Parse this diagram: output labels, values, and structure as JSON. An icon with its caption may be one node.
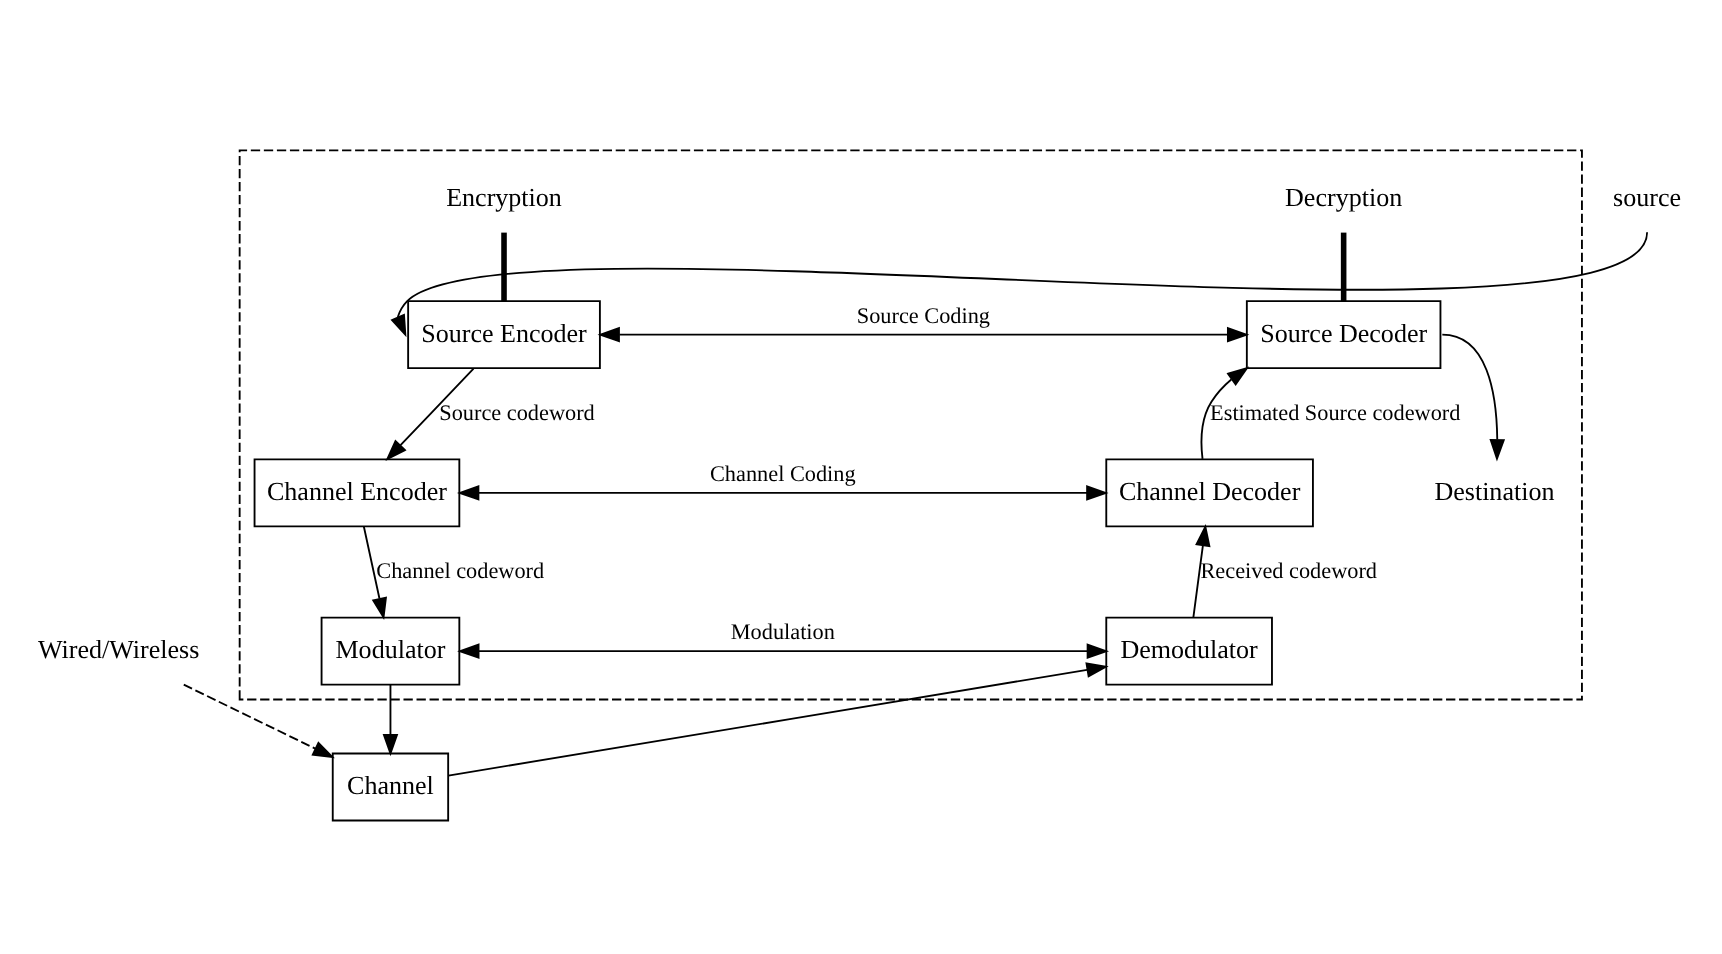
{
  "diagram": {
    "nodes": [
      {
        "text": [],
        "shape": "box"
      },
      {
        "text": [
          "source"
        ]
      },
      {
        "text": [
          "Source Encoder"
        ],
        "in": 0
      },
      {
        "text": [
          "Source Decoder"
        ],
        "in": 0
      },
      {
        "text": [
          "Destination"
        ],
        "in": 0
      },
      {
        "text": [
          "Channel Encoder"
        ],
        "in": 0
      },
      {
        "text": [
          "Channel Decoder"
        ],
        "in": 0
      },
      {
        "text": [
          "Modulator"
        ],
        "in": 0
      },
      {
        "text": [
          "Demodulator"
        ],
        "in": 0
      },
      {
        "text": [
          "Channel"
        ]
      },
      {
        "text": [
          "Wired/Wireless"
        ]
      },
      {
        "text": [
          "Encryption"
        ],
        "in": 0
      },
      {
        "text": [
          "Decryption"
        ],
        "in": 0
      }
    ],
    "edges": [
      {
        "from": 1,
        "to": 2,
        "arrow": "to"
      },
      {
        "from": 11,
        "to": 2,
        "arrow": "none",
        "style": "thick"
      },
      {
        "from": 12,
        "to": 3,
        "arrow": "none",
        "style": "thick"
      },
      {
        "from": 2,
        "to": 3,
        "arrow": "both",
        "label": "Source Coding"
      },
      {
        "from": 3,
        "to": 4,
        "arrow": "to"
      },
      {
        "from": 2,
        "to": 5,
        "arrow": "to",
        "label": "Source codeword"
      },
      {
        "from": 6,
        "to": 3,
        "arrow": "to",
        "label": "Estimated Source codeword"
      },
      {
        "from": 5,
        "to": 6,
        "arrow": "both",
        "label": "Channel Coding"
      },
      {
        "from": 5,
        "to": 7,
        "arrow": "to",
        "label": "Channel codeword"
      },
      {
        "from": 8,
        "to": 6,
        "arrow": "to",
        "label": "Received codeword"
      },
      {
        "from": 7,
        "to": 8,
        "arrow": "both",
        "label": "Modulation"
      },
      {
        "from": 7,
        "to": 9,
        "arrow": "to"
      },
      {
        "from": 9,
        "to": 8,
        "arrow": "to"
      },
      {
        "from": 10,
        "to": 9,
        "arrow": "to",
        "style": "dashed"
      }
    ]
  }
}
